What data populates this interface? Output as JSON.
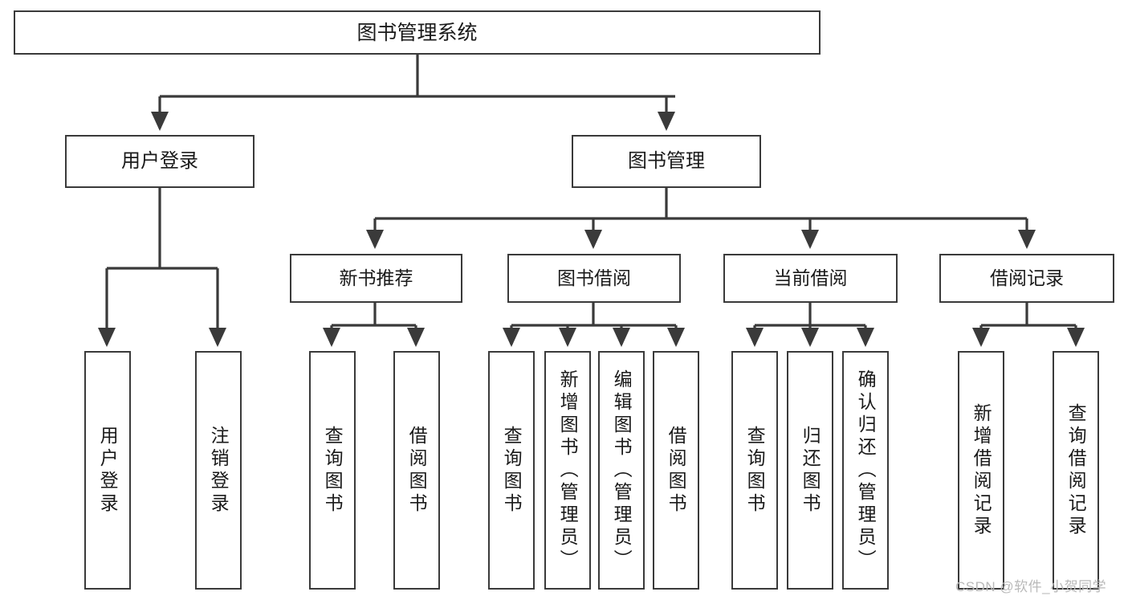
{
  "diagram": {
    "title": "图书管理系统",
    "type": "tree-hierarchy-diagram",
    "colors": {
      "box_border": "#3a3a3a",
      "box_fill": "#ffffff",
      "connector": "#3a3a3a",
      "text": "#1a1a1a",
      "watermark": "#b9b9b9",
      "background": "#ffffff"
    }
  },
  "root": {
    "label": "图书管理系统"
  },
  "level1": [
    {
      "label": "用户登录"
    },
    {
      "label": "图书管理"
    }
  ],
  "level2": [
    {
      "label": "新书推荐"
    },
    {
      "label": "图书借阅"
    },
    {
      "label": "当前借阅"
    },
    {
      "label": "借阅记录"
    }
  ],
  "leaves": {
    "user_login": [
      {
        "label": "用户登录"
      },
      {
        "label": "注销登录"
      }
    ],
    "new_book_recommend": [
      {
        "label": "查询图书"
      },
      {
        "label": "借阅图书"
      }
    ],
    "book_borrow": [
      {
        "label": "查询图书"
      },
      {
        "label": "新增图书（管理员）"
      },
      {
        "label": "编辑图书（管理员）"
      },
      {
        "label": "借阅图书"
      }
    ],
    "current_borrow": [
      {
        "label": "查询图书"
      },
      {
        "label": "归还图书"
      },
      {
        "label": "确认归还（管理员）"
      }
    ],
    "borrow_record": [
      {
        "label": "新增借阅记录"
      },
      {
        "label": "查询借阅记录"
      }
    ]
  },
  "watermark": {
    "text": "CSDN @软件_小贺同学"
  }
}
